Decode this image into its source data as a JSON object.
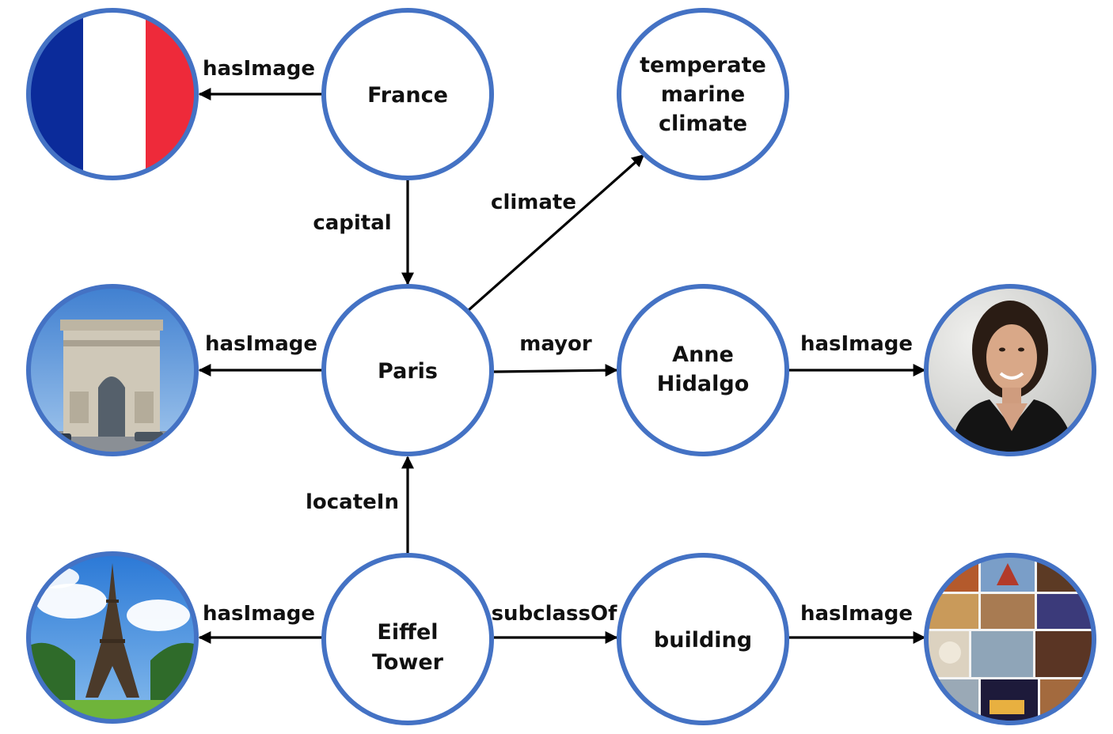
{
  "nodes": {
    "france": [
      "France"
    ],
    "climate_value": [
      "temperate",
      "marine",
      "climate"
    ],
    "paris": [
      "Paris"
    ],
    "anne_hidalgo": [
      "Anne",
      "Hidalgo"
    ],
    "eiffel_tower": [
      "Eiffel",
      "Tower"
    ],
    "building": [
      "building"
    ]
  },
  "edges": {
    "france_hasimage": "hasImage",
    "paris_hasimage": "hasImage",
    "eiffel_hasimage": "hasImage",
    "anne_hasimage": "hasImage",
    "building_hasimage": "hasImage",
    "capital": "capital",
    "climate": "climate",
    "mayor": "mayor",
    "locate_in": "locateIn",
    "subclass_of": "subclassOf"
  },
  "colors": {
    "node_border": "#4472c4",
    "flag_blue": "#0b2b9a",
    "flag_white": "#ffffff",
    "flag_red": "#ee2a3a"
  },
  "images": {
    "france": "french-flag",
    "paris": "arc-de-triomphe-photo",
    "anne_hidalgo": "portrait-photo",
    "eiffel_tower": "eiffel-tower-photo",
    "building": "building-collage-photo"
  }
}
